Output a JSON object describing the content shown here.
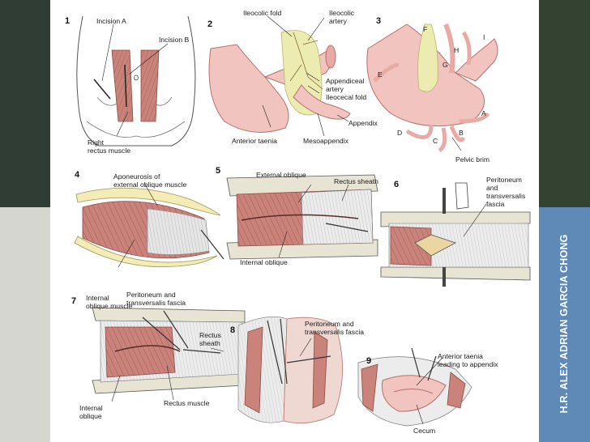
{
  "side_banner": "H.R. ALEX ADRIAN GARCIA CHONG",
  "panels": {
    "p1": {
      "number": "1",
      "labels": {
        "incision_a": "Incision A",
        "incision_b": "Incision B",
        "right_rectus_1": "Right",
        "right_rectus_2": "rectus muscle"
      }
    },
    "p2": {
      "number": "2",
      "labels": {
        "ileocolic_fold": "Ileocolic fold",
        "ileocolic_artery_1": "Ileocolic",
        "ileocolic_artery_2": "artery",
        "appendiceal_artery_1": "Appendiceal",
        "appendiceal_artery_2": "artery",
        "ileocecal_fold": "Ileocecal fold",
        "appendix": "Appendix",
        "anterior_taenia": "Anterior taenia",
        "mesoappendix": "Mesoappendix"
      }
    },
    "p3": {
      "number": "3",
      "labels": {
        "f": "F",
        "i": "I",
        "h": "H",
        "g": "G",
        "e": "E",
        "a": "A",
        "b": "B",
        "c": "C",
        "d": "D",
        "pelvic_brim": "Pelvic brim"
      }
    },
    "p4": {
      "number": "4",
      "labels": {
        "aponeurosis_1": "Aponeurosis of",
        "aponeurosis_2": "external oblique muscle",
        "internal_1": "Internal",
        "internal_2": "oblique muscle"
      }
    },
    "p5": {
      "number": "5",
      "labels": {
        "external_oblique": "External oblique",
        "rectus_sheath": "Rectus sheath",
        "internal_oblique": "Internal oblique"
      }
    },
    "p6": {
      "number": "6",
      "labels": {
        "peritoneum_1": "Peritoneum",
        "peritoneum_2": "and",
        "peritoneum_3": "transversalis",
        "peritoneum_4": "fascia"
      }
    },
    "p7": {
      "number": "7",
      "labels": {
        "peritoneum_1": "Peritoneum and",
        "peritoneum_2": "transversalis fascia",
        "rectus_sheath_1": "Rectus",
        "rectus_sheath_2": "sheath",
        "internal_1": "Internal",
        "internal_2": "oblique",
        "rectus_muscle": "Rectus muscle"
      }
    },
    "p8": {
      "number": "8",
      "labels": {
        "peritoneum_1": "Peritoneum and",
        "peritoneum_2": "transversalis fascia"
      }
    },
    "p9": {
      "number": "9",
      "labels": {
        "taenia_1": "Anterior taenia",
        "taenia_2": "leading to appendix",
        "cecum": "Cecum"
      }
    }
  },
  "colors": {
    "muscle": "#c9837a",
    "muscle_dark": "#a35a52",
    "bowel": "#f2c4c0",
    "bowel_edge": "#b86f6a",
    "mesentery": "#ecebb0",
    "ink": "#1a1a1a",
    "banner_blue": "#5f8ab8",
    "dark_green": "#2f3d34"
  }
}
